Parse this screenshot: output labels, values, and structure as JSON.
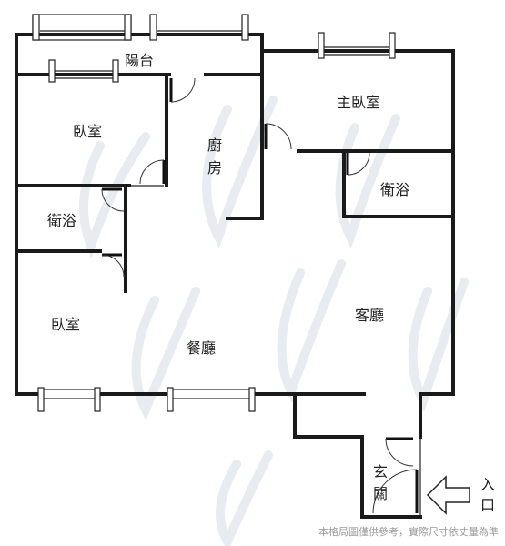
{
  "rooms": {
    "balcony": "陽台",
    "bedroom_top": "臥室",
    "kitchen": "廚房",
    "master_bedroom": "主臥室",
    "bath_left": "衛浴",
    "bath_right": "衛浴",
    "bedroom_bottom": "臥室",
    "living_room": "客廳",
    "dining_room": "餐廳",
    "entrance": "玄關"
  },
  "entry": {
    "label": "入口",
    "icon": "arrow-right-icon"
  },
  "footer_note": "本格局圖僅供參考，實際尺寸依丈量為準",
  "colors": {
    "wall": "#1a1a1a",
    "watermark": "#e8ecf0",
    "note": "#9a9a9a"
  }
}
